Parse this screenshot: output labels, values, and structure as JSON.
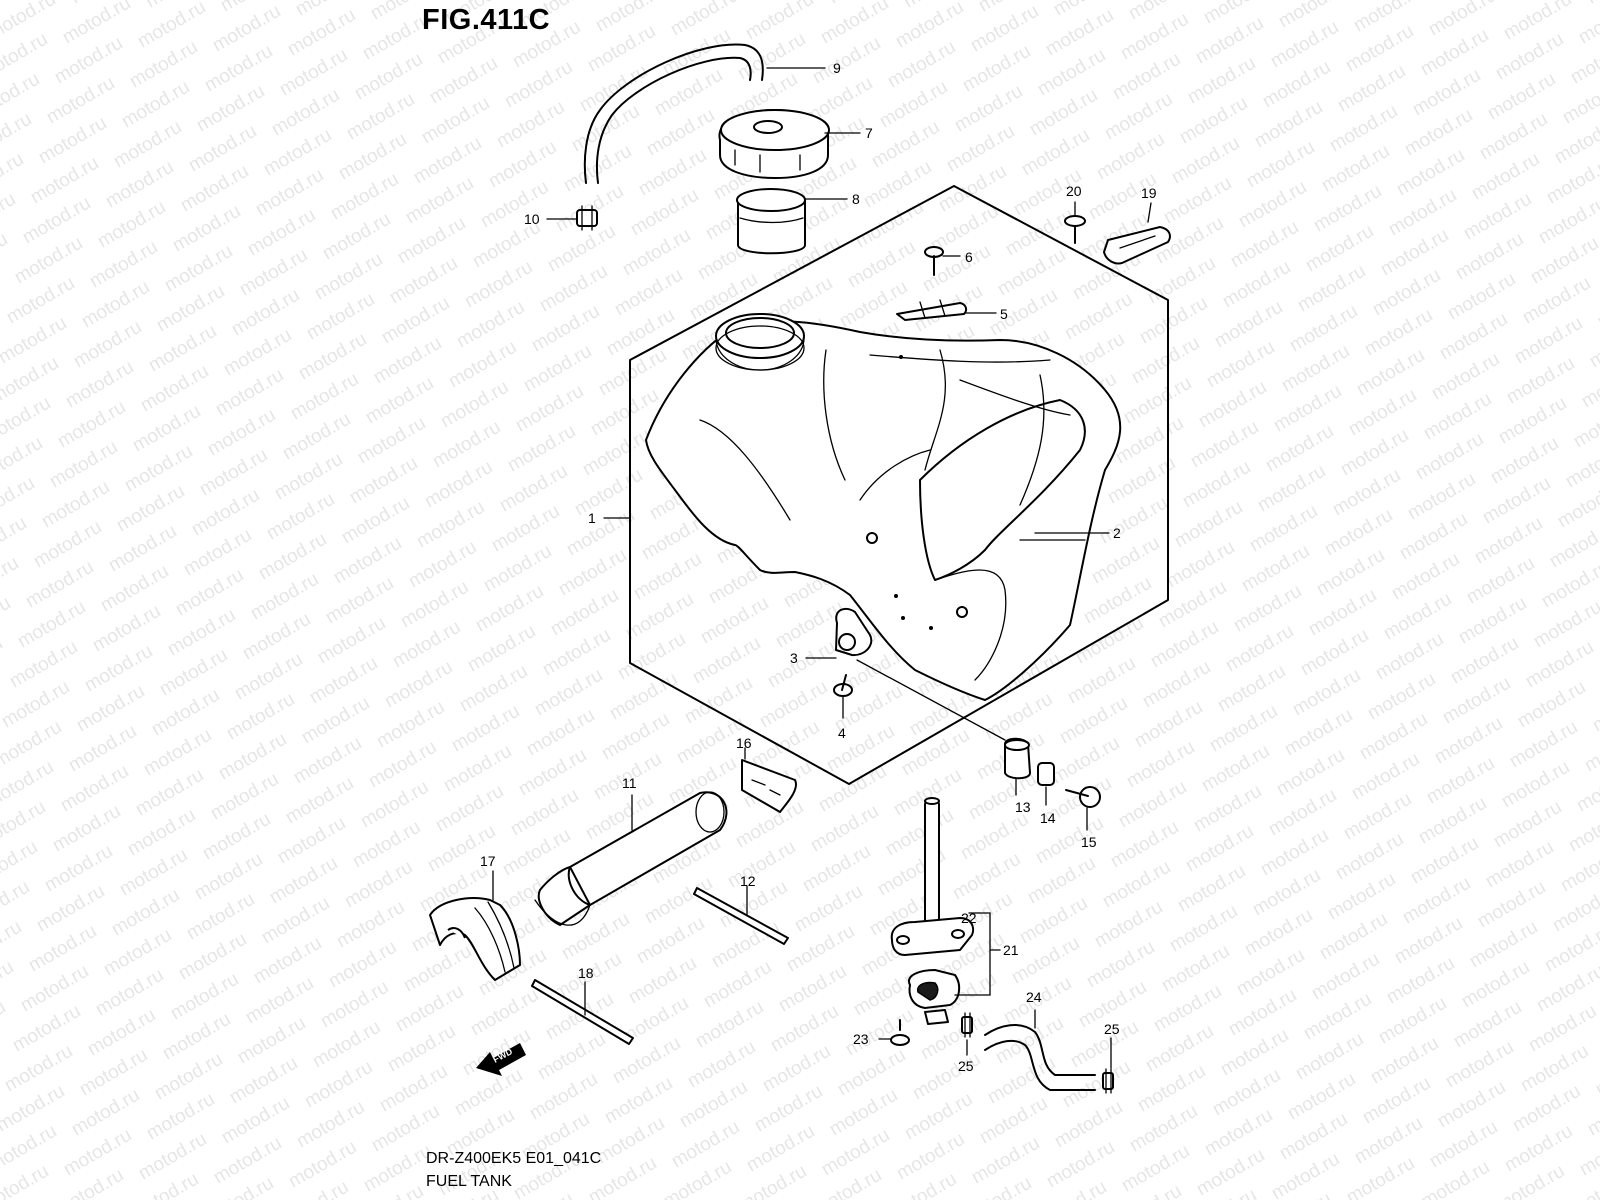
{
  "figure_title": "FIG.411C",
  "model_code": "DR-Z400EK5 E01_041C",
  "section_name": "FUEL TANK",
  "watermark_text": "motod.ru",
  "fwd_label": "FWD",
  "callouts": {
    "c1": "1",
    "c2": "2",
    "c3": "3",
    "c4": "4",
    "c5": "5",
    "c6": "6",
    "c7": "7",
    "c8": "8",
    "c9": "9",
    "c10": "10",
    "c11": "11",
    "c12": "12",
    "c13": "13",
    "c14": "14",
    "c15": "15",
    "c16": "16",
    "c17": "17",
    "c18": "18",
    "c19": "19",
    "c20": "20",
    "c21": "21",
    "c22": "22",
    "c23": "23",
    "c24": "24",
    "c25a": "25",
    "c25b": "25"
  }
}
